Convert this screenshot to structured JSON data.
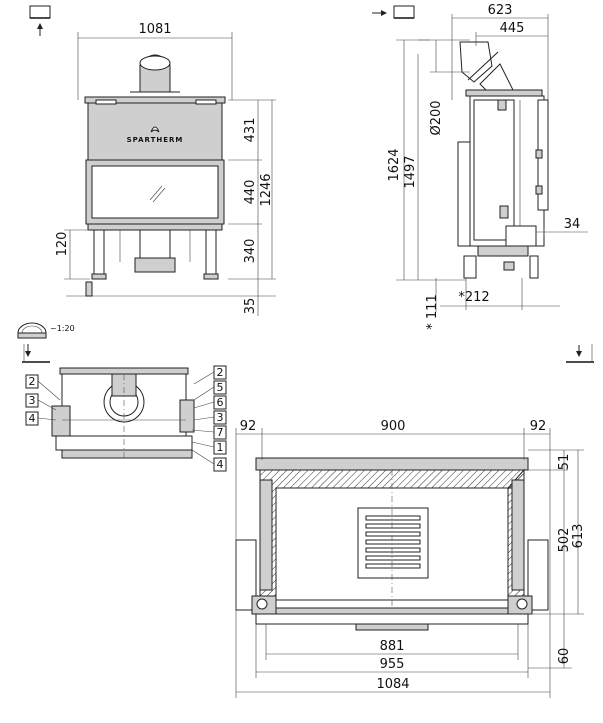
{
  "scale_label": "~1:20",
  "logo_text": "SPARTHERM",
  "front_view": {
    "width": "1081",
    "heights": [
      "431",
      "440",
      "340"
    ],
    "total_height": "1246",
    "leg_height": "120",
    "foot_depth": "35"
  },
  "side_view": {
    "width_total": "623",
    "width_partial": "445",
    "height_total": "1624",
    "height_partial": "1497",
    "flue_diameter": "Ø200",
    "offset_right": "34",
    "bottom_offset": "*212",
    "bottom_height": "* 111"
  },
  "top_view": {
    "left_margin": "92",
    "center_width": "900",
    "right_margin": "92",
    "depth_front": "51",
    "depth_inner": "502",
    "depth_total": "613",
    "front_depth": "60",
    "inner_front_width": "881",
    "outer_front_width": "955",
    "total_width": "1084"
  },
  "callouts_left": [
    "2",
    "3",
    "4"
  ],
  "callouts_right": [
    "2",
    "5",
    "6",
    "3",
    "7",
    "1",
    "4"
  ]
}
